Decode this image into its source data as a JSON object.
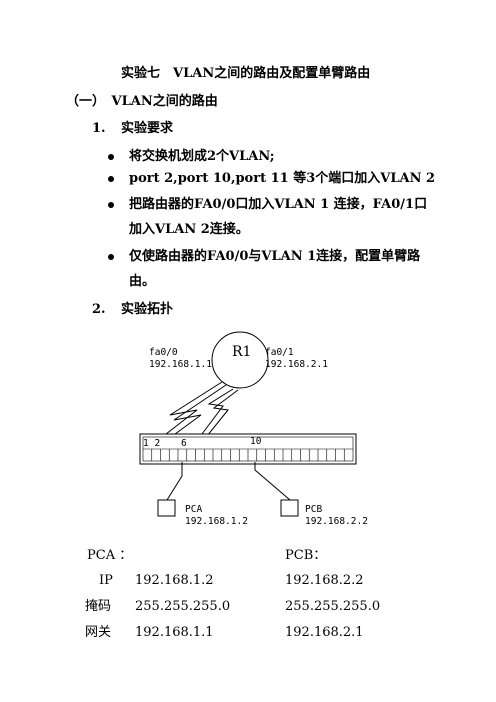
{
  "title": "实验七　VLAN之间的路由及配置单臂路由",
  "section1": "（一）　VLAN之间的路由",
  "sub1": {
    "num": "1.",
    "label": "实验要求"
  },
  "bullets": [
    "将交换机划成2个VLAN;",
    "port 2,port 10,port 11  等3个端口加入VLAN 2",
    "把路由器的FA0/0口加入VLAN 1  连接，FA0/1口",
    "加入VLAN 2连接。",
    "仅使路由器的FA0/0与VLAN 1连接，配置单臂路",
    "由。"
  ],
  "sub2": {
    "num": "2.",
    "label": "实验拓扑"
  },
  "diagram": {
    "router": "R1",
    "left_if": "fa0/0",
    "left_ip": "192.168.1.1",
    "right_if": "fa0/1",
    "right_ip": "192.168.2.1",
    "port_1_2": "1 2",
    "port_6": "6",
    "port_10": "10",
    "pca": "PCA",
    "pca_ip": "192.168.1.2",
    "pcb": "PCB",
    "pcb_ip": "192.168.2.2"
  },
  "table": {
    "pca_label": "PCA ：",
    "pcb_label": "PCB：",
    "rows": [
      {
        "label": "IP",
        "a": "192.168.1.2",
        "b": "192.168.2.2"
      },
      {
        "label": "掩码",
        "a": "255.255.255.0",
        "b": "255.255.255.0"
      },
      {
        "label": "网关",
        "a": "192.168.1.1",
        "b": "192.168.2.1"
      }
    ]
  }
}
